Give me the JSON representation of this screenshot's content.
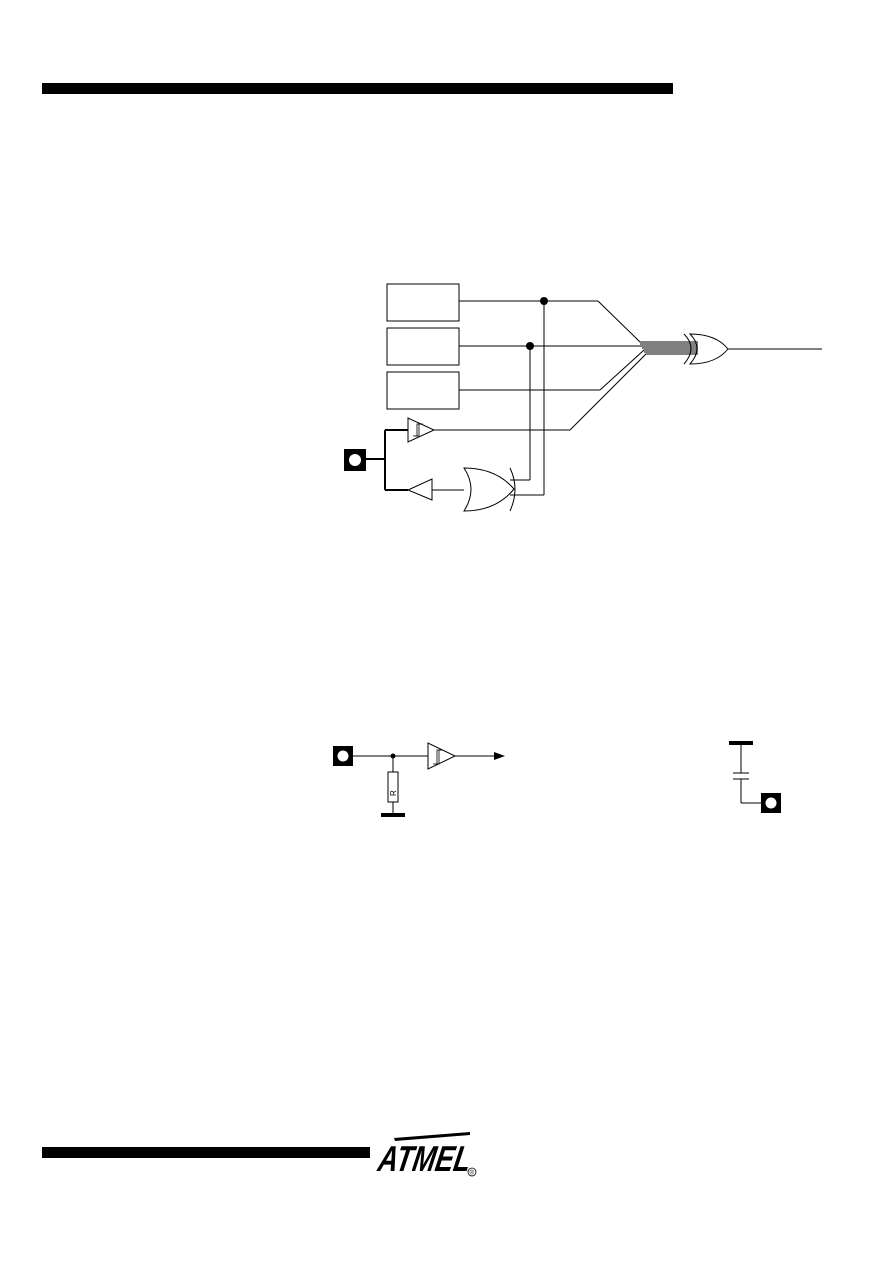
{
  "header": {
    "rule": "top-rule"
  },
  "footer": {
    "logo_text": "ATMEL",
    "registered_mark": "®"
  },
  "figures": {
    "logic_diagram": {
      "blocks": [
        "",
        "",
        ""
      ]
    },
    "input_circuit": {
      "resistor_label": "R"
    }
  },
  "colors": {
    "ink": "#000000",
    "background": "#ffffff",
    "pin_fill": "#ffffff"
  }
}
